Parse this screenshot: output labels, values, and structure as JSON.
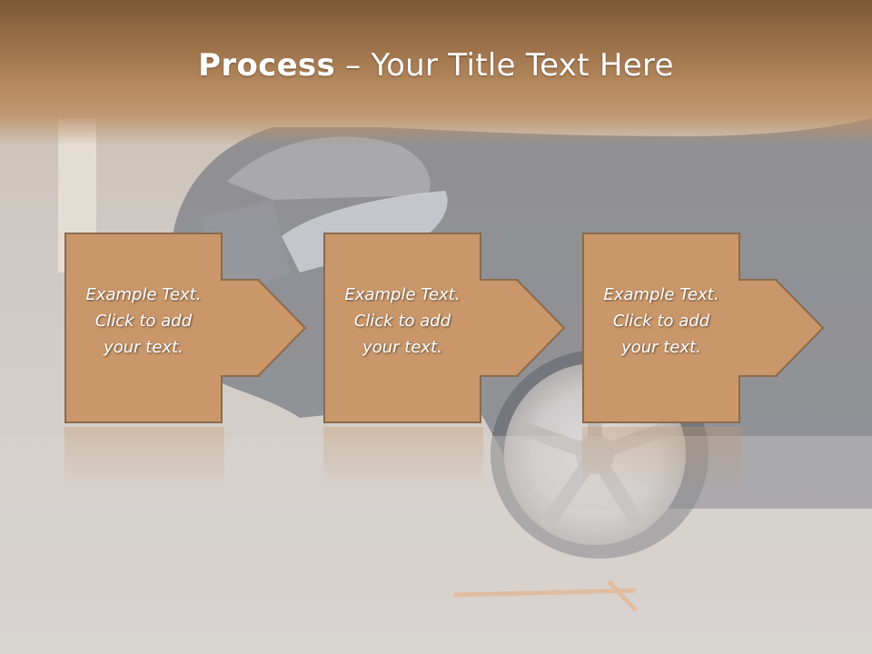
{
  "slide": {
    "title_strong": "Process",
    "title_dash": " – ",
    "title_rest": "Your Title Text Here"
  },
  "steps": [
    {
      "line1": "Example Text.",
      "line2": "Click  to add",
      "line3": "your text."
    },
    {
      "line1": "Example Text.",
      "line2": "Click  to add",
      "line3": "your text."
    },
    {
      "line1": "Example Text.",
      "line2": "Click  to add",
      "line3": "your text."
    }
  ],
  "colors": {
    "box_fill": "#c9976a",
    "box_stroke": "#8c6a4b",
    "title_band": "#9a7049"
  }
}
